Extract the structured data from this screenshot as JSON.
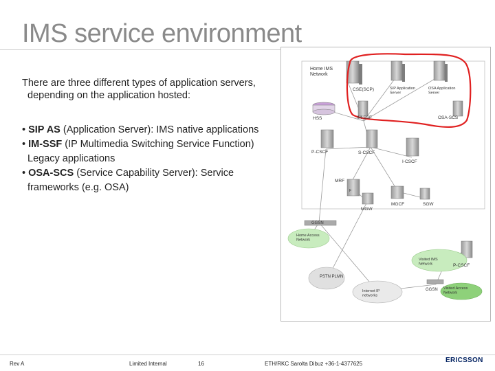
{
  "title": "IMS service environment",
  "intro": "There are three different types of application servers, depending on the application hosted:",
  "bullets": [
    {
      "bold": "SIP AS",
      "rest": " (Application Server): IMS native applications"
    },
    {
      "bold": "IM-SSF",
      "rest": " (IP Multimedia Switching Service Function) Legacy applications"
    },
    {
      "bold": "OSA-SCS",
      "rest": " (Service Capability Server): Service frameworks (e.g. OSA)"
    }
  ],
  "diagram": {
    "home_network": "Home IMS Network",
    "cse_scp": "CSE(SCP)",
    "sip_as": "SIP Application Server",
    "osa_as": "OSA Application Server",
    "hss": "HSS",
    "im_ssf": "IM-SSF",
    "osa_scs": "OSA-SCS",
    "p_cscf": "P-CSCF",
    "s_cscf": "S-CSCF",
    "i_cscf": "I-CSCF",
    "mrf": "MRF",
    "mgw": "MGW",
    "mgcf": "MGCF",
    "sgw": "SGW",
    "ggsn": "GGSN",
    "home_access": "Home Access Network",
    "visited_ims": "Visited IMS Network",
    "p_cscf_visited": "P-CSCF",
    "pstn": "PSTN PLMN",
    "internet": "Internet IP networks",
    "ggsn_visited": "GGSN",
    "visited_access": "Visited Access Network",
    "highlight_color": "#e02020",
    "accent_green": "#8ed17a"
  },
  "footer": {
    "rev": "Rev A",
    "classification": "Limited Internal",
    "page": "16",
    "author": "ETH/RKC Sarolta Dibuz +36-1-4377625",
    "logo": "ERICSSON"
  }
}
